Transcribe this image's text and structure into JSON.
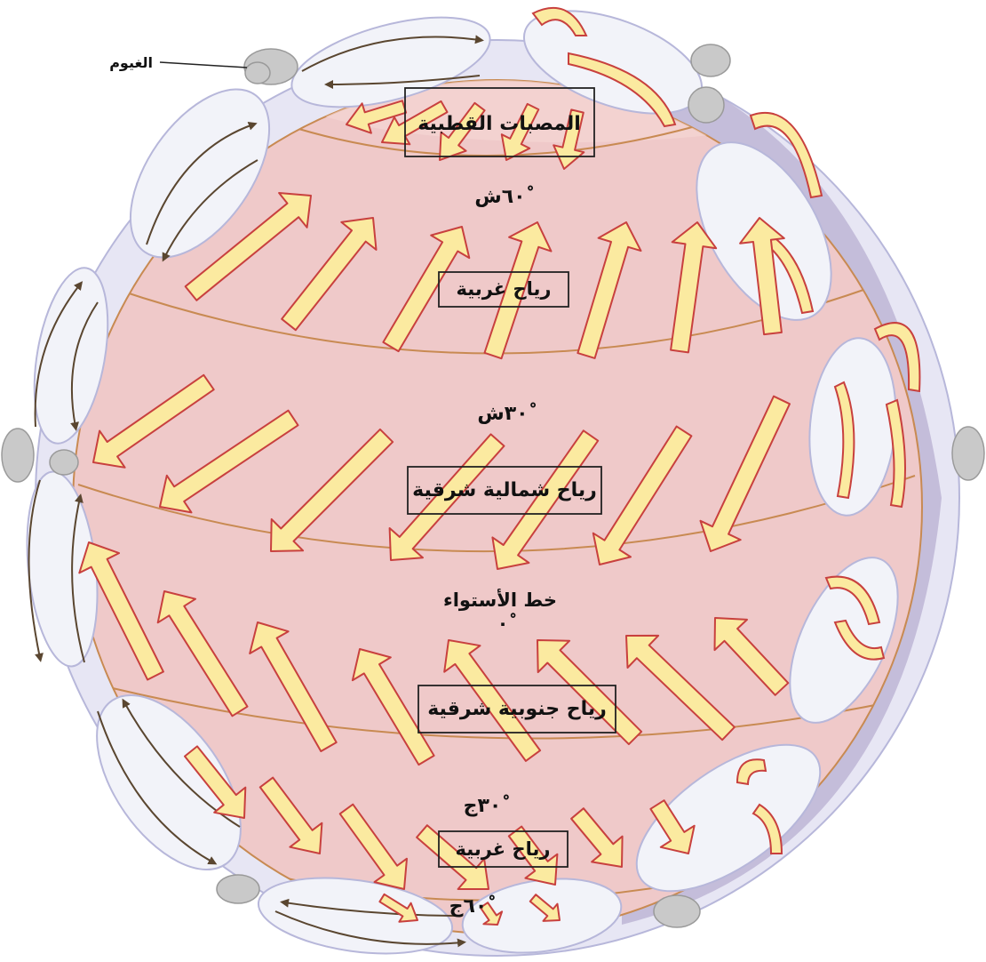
{
  "labels": {
    "clouds": "الغيوم",
    "polar_caps": "المصبات القطبية",
    "lat_60n": "٦٠ْش",
    "westerlies_north": "رياح غربية",
    "lat_30n": "٣٠ْش",
    "ne_trades": "رياح شمالية شرقية",
    "equator": "خط الأستواء",
    "equator_deg": "٠ْ",
    "se_trades": "رياح جنوبية شرقية",
    "lat_30s": "٣٠ْج",
    "westerlies_south": "رياح غربية",
    "lat_60s": "٦٠ْج"
  },
  "colors": {
    "globe_fill": "#efc9c9",
    "globe_stroke": "#c88a52",
    "arrow_fill": "#fbeaa0",
    "arrow_stroke": "#c8403e",
    "cell_fill": "#f2f3f9",
    "cell_outline": "#b7b7da",
    "atmosphere_shadow": "#a79ac4",
    "cloud_fill": "#c9c9c9",
    "flow_arrow": "#5a4630"
  }
}
